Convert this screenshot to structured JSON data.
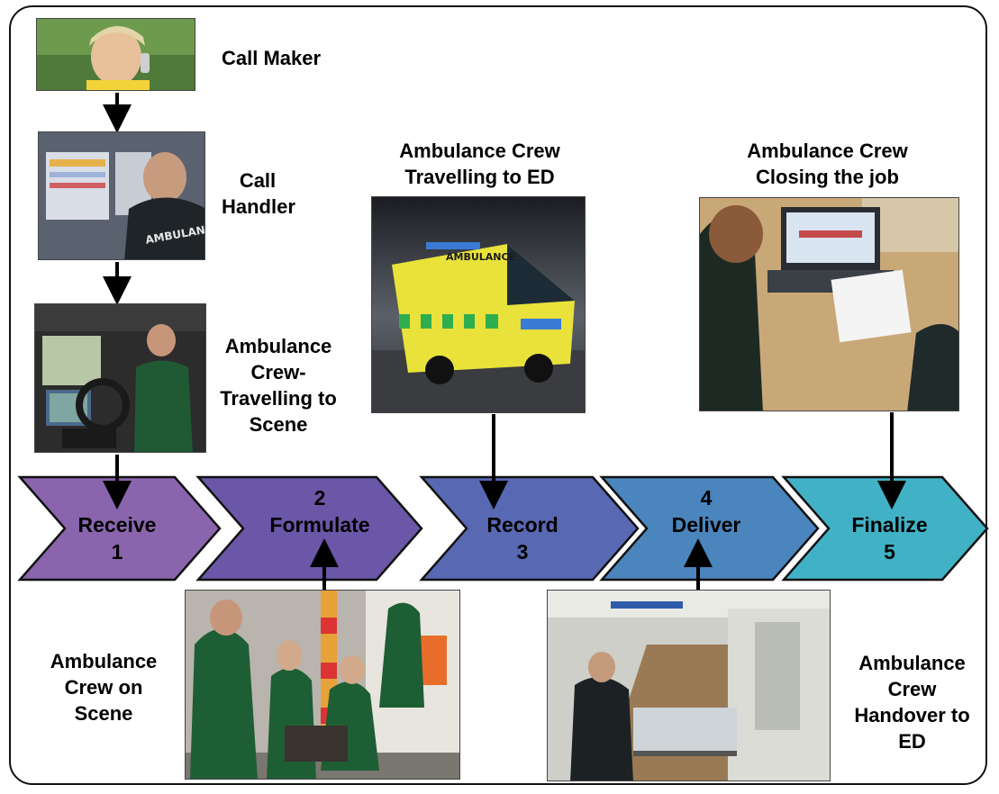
{
  "photos": {
    "call_maker": "Call maker photo",
    "call_handler": "Call handler photo",
    "travel_scene": "Driver photo",
    "on_scene": "Crew on scene photo",
    "travel_ed": "Ambulance photo",
    "handover": "Hospital corridor photo",
    "closing": "Closing the job photo"
  },
  "labels": {
    "call_maker": "Call Maker",
    "call_handler_1": "Call",
    "call_handler_2": "Handler",
    "travel_scene_1": "Ambulance",
    "travel_scene_2": "Crew-",
    "travel_scene_3": "Travelling to",
    "travel_scene_4": "Scene",
    "travel_ed_1": "Ambulance Crew",
    "travel_ed_2": "Travelling to ED",
    "closing_1": "Ambulance Crew",
    "closing_2": "Closing the job",
    "on_scene_1": "Ambulance",
    "on_scene_2": "Crew on",
    "on_scene_3": "Scene",
    "handover_1": "Ambulance",
    "handover_2": "Crew",
    "handover_3": "Handover to",
    "handover_4": "ED"
  },
  "stages": [
    {
      "name": "Receive",
      "number": "1",
      "color": "#8a65ad"
    },
    {
      "name": "Formulate",
      "number": "2",
      "color": "#6b57a8"
    },
    {
      "name": "Record",
      "number": "3",
      "color": "#5868b2"
    },
    {
      "name": "Deliver",
      "number": "4",
      "color": "#4a85bd"
    },
    {
      "name": "Finalize",
      "number": "5",
      "color": "#41b2c5"
    }
  ],
  "vehicle_text": {
    "ambulance_roof": "AMBULANCE",
    "uniform": "AMBULANCE"
  }
}
